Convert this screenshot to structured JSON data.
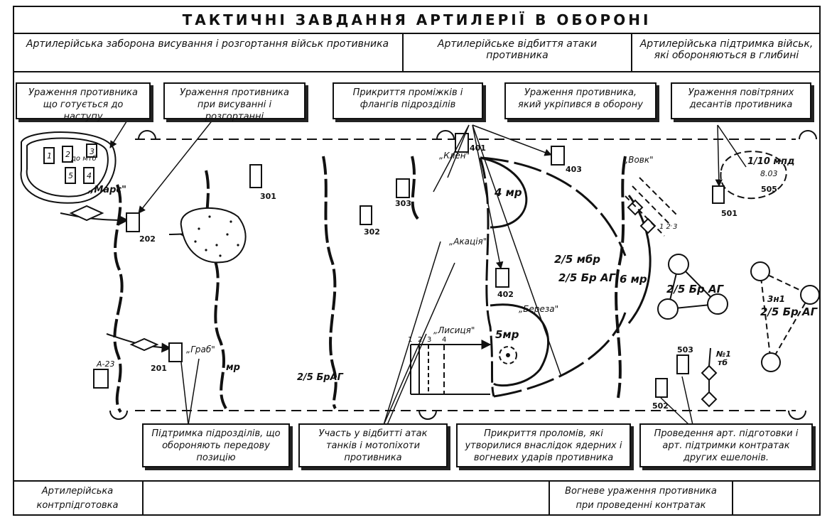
{
  "title": "ТАКТИЧНІ ЗАВДАННЯ АРТИЛЕРІЇ В ОБОРОНІ",
  "headers": [
    "Артилерійська заборона висування і розгортання військ противника",
    "Артилерійське відбиття атаки противника",
    "Артилерійська підтримка військ, які обороняються в глибині"
  ],
  "top_boxes": [
    "Ураження противника що готується до наступу",
    "Ураження противника при висуванні і розгортанні",
    "Прикриття проміжків і флангів підрозділів",
    "Ураження противника, який укріпився в оборону",
    "Ураження повітряних десантів противника"
  ],
  "bottom_boxes": [
    "Підтримка підрозділів, що обороняють передову позицію",
    "Участь у відбитті атак танків і мотопіхоти противника",
    "Прикриття проломів, які утворилися внаслідок ядерних і вогневих ударів противника",
    "Проведення арт. підготовки і арт. підтримки контратак других ешелонів."
  ],
  "footer": {
    "left": "Артилерійська контрпідготовка",
    "right": "Вогневе ураження противника при проведенні контратак"
  },
  "map_labels": {
    "mars": "„Марс\"",
    "grab": "„Граб\"",
    "klen": "„Клен\"",
    "akatsiya": "„Акація\"",
    "lysytsia": "„Лисиця\"",
    "bereza": "„Береза\"",
    "vovk": "„Вовк\"",
    "do_mtb": "до мтб",
    "mr4": "4 мр",
    "mr5": "5мр",
    "mr6": "6 мр",
    "mr_left": "мр",
    "mbr": "2/5 мбр",
    "brag_center": "2/5 Бр АГ",
    "brag_right": "2/5 Бр АГ",
    "brag_left": "2/5 БрАГ",
    "zn1": "3н1",
    "brag_zn": "2/5 Бр АГ",
    "air": "1/10 мпд",
    "air_time": "8.03",
    "a23": "А-23",
    "n1": "№1",
    "mtb": "тб",
    "nums": [
      "1",
      "2",
      "3",
      "4",
      "5"
    ],
    "lines": [
      "1",
      "2",
      "3",
      "4"
    ],
    "n123": "1 2 3",
    "pos": [
      "202",
      "201",
      "301",
      "302",
      "303",
      "401",
      "402",
      "403",
      "501",
      "502",
      "503",
      "505"
    ]
  }
}
